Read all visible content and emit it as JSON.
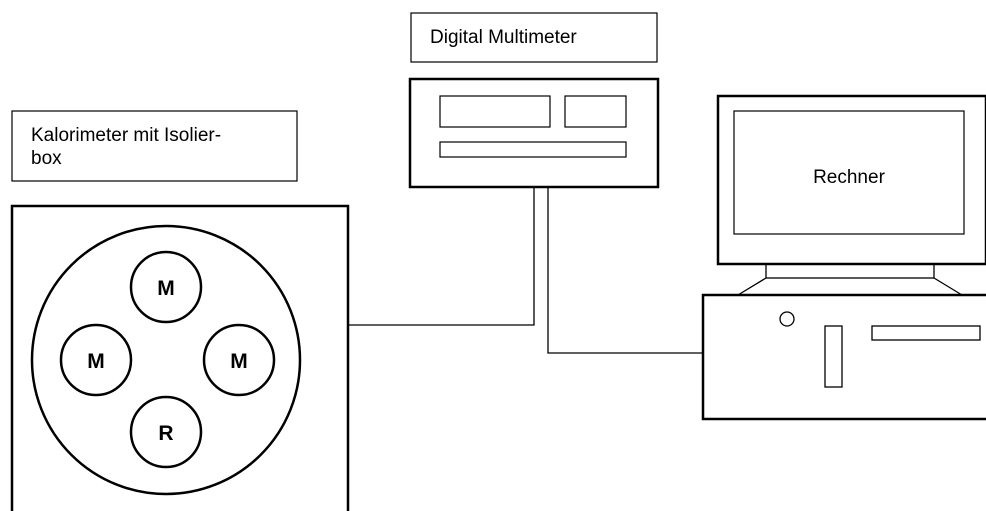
{
  "labels": {
    "multimeter": "Digital Multimeter",
    "calorimeter_line1": "Kalorimeter mit Isolier-",
    "calorimeter_line2": "box",
    "computer": "Rechner"
  },
  "cells": {
    "top": "M",
    "left": "M",
    "right": "M",
    "bottom": "R"
  }
}
